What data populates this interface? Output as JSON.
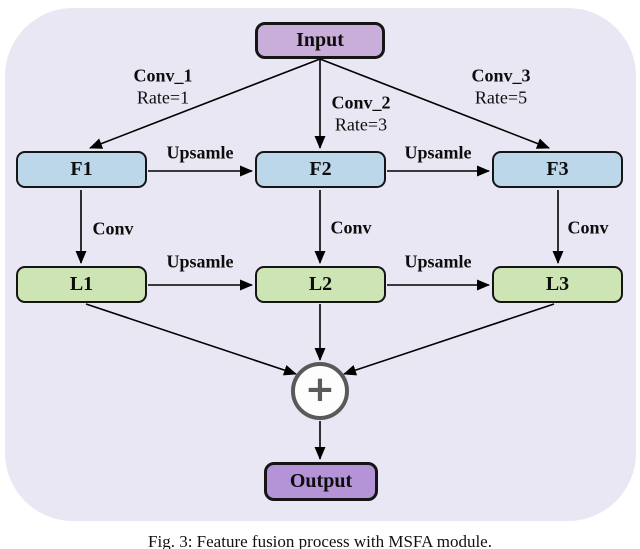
{
  "caption": "Fig. 3: Feature fusion process with MSFA module.",
  "nodes": {
    "input": "Input",
    "f1": "F1",
    "f2": "F2",
    "f3": "F3",
    "l1": "L1",
    "l2": "L2",
    "l3": "L3",
    "plus": "+",
    "output": "Output"
  },
  "labels": {
    "conv1": "Conv_1",
    "rate1": "Rate=1",
    "conv2": "Conv_2",
    "rate2": "Rate=3",
    "conv3": "Conv_3",
    "rate3": "Rate=5",
    "upsample": "Upsamle",
    "conv": "Conv"
  },
  "colors": {
    "panel_bg": "#e9e7f4",
    "input_fill": "#c9aed9",
    "output_fill": "#b494d6",
    "feature_fill": "#bcd7ea",
    "layer_fill": "#cde4b5",
    "node_border": "#151515",
    "edge": "#000000",
    "sum_gray": "#595959"
  }
}
